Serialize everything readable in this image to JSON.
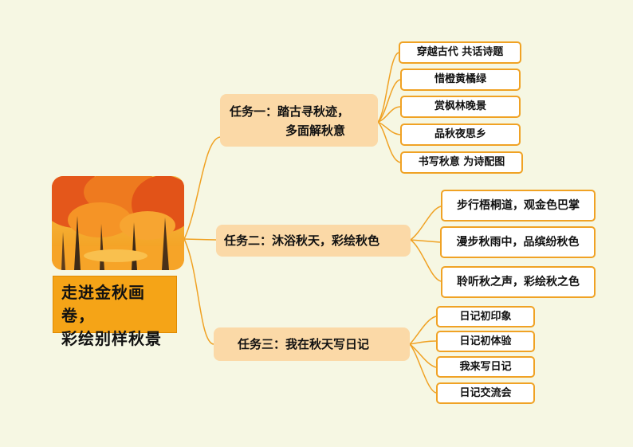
{
  "root": {
    "title_line1": "走进金秋画卷，",
    "title_line2": "彩绘别样秋景"
  },
  "tasks": [
    {
      "line1": "任务一：踏古寻秋迹，",
      "line2": "多面解秋意",
      "items": [
        "穿越古代 共话诗题",
        "惜橙黄橘绿",
        "赏枫林晚景",
        "品秋夜思乡",
        "书写秋意 为诗配图"
      ]
    },
    {
      "line1": "任务二：沐浴秋天，彩绘秋色",
      "items": [
        "步行梧桐道，观金色巴掌",
        "漫步秋雨中，品缤纷秋色",
        "聆听秋之声，彩绘秋之色"
      ]
    },
    {
      "line1": "任务三：我在秋天写日记",
      "items": [
        "日记初印象",
        "日记初体验",
        "我来写日记",
        "日记交流会"
      ]
    }
  ],
  "colors": {
    "background": "#f6f7e3",
    "connector": "#f0a224",
    "task_fill": "#fbd9a7",
    "root_fill": "#f5a417"
  }
}
